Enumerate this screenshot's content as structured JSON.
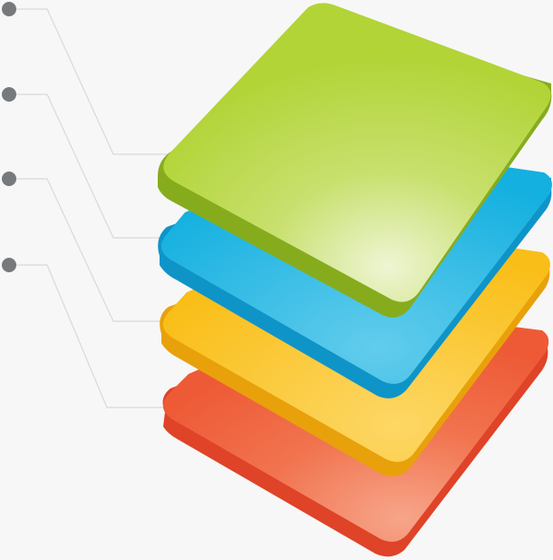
{
  "diagram": {
    "type": "stacked-layers-infographic",
    "layer_count": 4,
    "connector_count": 4,
    "colors": {
      "background": "#f7f7f7",
      "connector_line": "#d9d9d9",
      "connector_dot": "#767a7d",
      "green_top": "#b2d437",
      "green_edge": "#86ac1d",
      "blue_top": "#1ab6e4",
      "blue_edge": "#0f94c8",
      "yellow_top": "#fac21e",
      "yellow_edge": "#e8a10b",
      "red_top": "#f0623d",
      "red_edge": "#df4328"
    },
    "layers": [
      {
        "name": "green-layer",
        "color_key": "green"
      },
      {
        "name": "blue-layer",
        "color_key": "blue"
      },
      {
        "name": "yellow-layer",
        "color_key": "yellow"
      },
      {
        "name": "red-layer",
        "color_key": "red"
      }
    ]
  }
}
